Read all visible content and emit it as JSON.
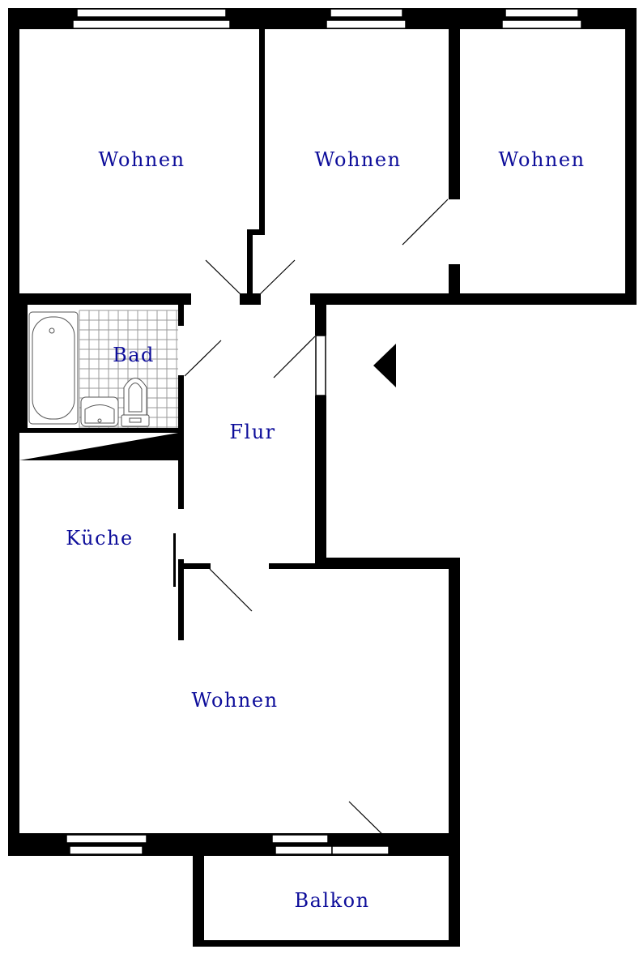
{
  "rooms": {
    "wohnen_top_left": "Wohnen",
    "wohnen_top_middle": "Wohnen",
    "wohnen_top_right": "Wohnen",
    "bad": "Bad",
    "flur": "Flur",
    "kueche": "Küche",
    "wohnen_bottom": "Wohnen",
    "balkon": "Balkon"
  },
  "colors": {
    "wall": "#000000",
    "label": "#0d0d9a",
    "background": "#ffffff",
    "tile_grid": "#9a9a9a"
  },
  "icons": [
    "entrance-arrow-icon",
    "bathtub-icon",
    "toilet-icon",
    "sink-icon"
  ]
}
